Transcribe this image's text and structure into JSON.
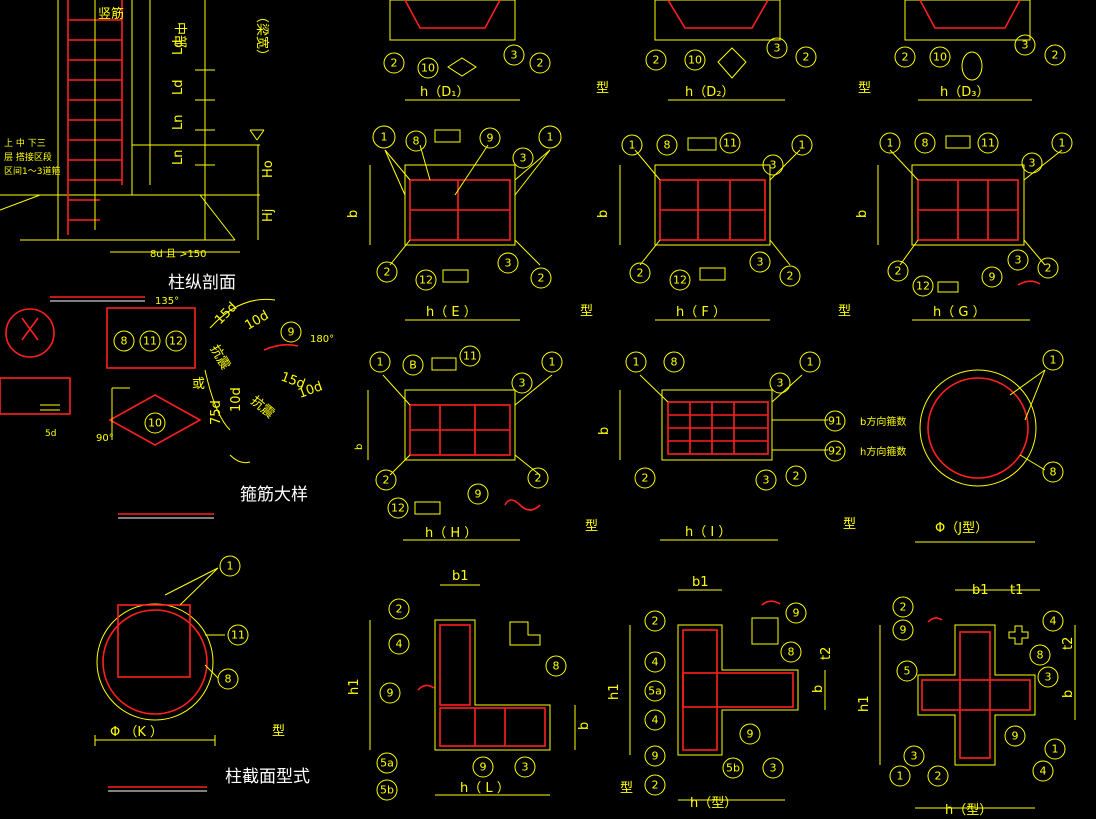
{
  "labels": {
    "col_long_section": "柱纵剖面",
    "stirrup_detail": "箍筋大样",
    "section_types": "柱截面型式",
    "shu_jin": "竖筋",
    "zhong_bu": "中部",
    "kuo_ju": "（梁宽）",
    "note_top": "上 中 下三",
    "note_mid": "层 搭接区段",
    "note_bot": "区间1～3道箍",
    "bd": "8d 且 >150",
    "ld1": "Ld",
    "ld2": "Ld",
    "ln1": "Ln",
    "ln2": "Ln",
    "ho": "Ho",
    "hj": "Hj",
    "kang_zhen1": "抗震",
    "kang_zhen2": "抗震",
    "huo": "或",
    "d135": "135°",
    "d180": "180°",
    "d90": "90°",
    "l15d_a": "15d",
    "l10d_a": "10d",
    "l15d_b": "15d",
    "l10d_b": "10d",
    "l75d_a": "75d",
    "l10d_c": "10d",
    "l5d": "5d",
    "b_dir": "b方向箍数",
    "h_dir": "h方向箍数",
    "xing": "型"
  },
  "titles": {
    "D1": "h（D₁）",
    "D2": "h（D₂）",
    "D3": "h（D₃）",
    "E": "h（ E ）",
    "F": "h（ F ）",
    "G": "h（ G ）",
    "H": "h（ H ）",
    "I": "h（ I ）",
    "J": "Φ（J型）",
    "K": "Φ （K ）",
    "L": "h（ L ）",
    "T": "h（型）",
    "X": "h（型）"
  },
  "dims": {
    "b": "b",
    "h1": "h1",
    "b1": "b1",
    "t1": "t1",
    "t2": "t2"
  },
  "bubbles": {
    "n1": "1",
    "n2": "2",
    "n3": "3",
    "n4": "4",
    "n5": "5",
    "n8": "8",
    "n9": "9",
    "n10": "10",
    "n11": "11",
    "n12": "12",
    "n91": "91",
    "n92": "92",
    "n5a": "5a",
    "n5b": "5b",
    "nB": "B"
  },
  "colors": {
    "background": "#000000",
    "line": "#ffff00",
    "rebar": "#ff2020",
    "text": "#ffffff"
  }
}
